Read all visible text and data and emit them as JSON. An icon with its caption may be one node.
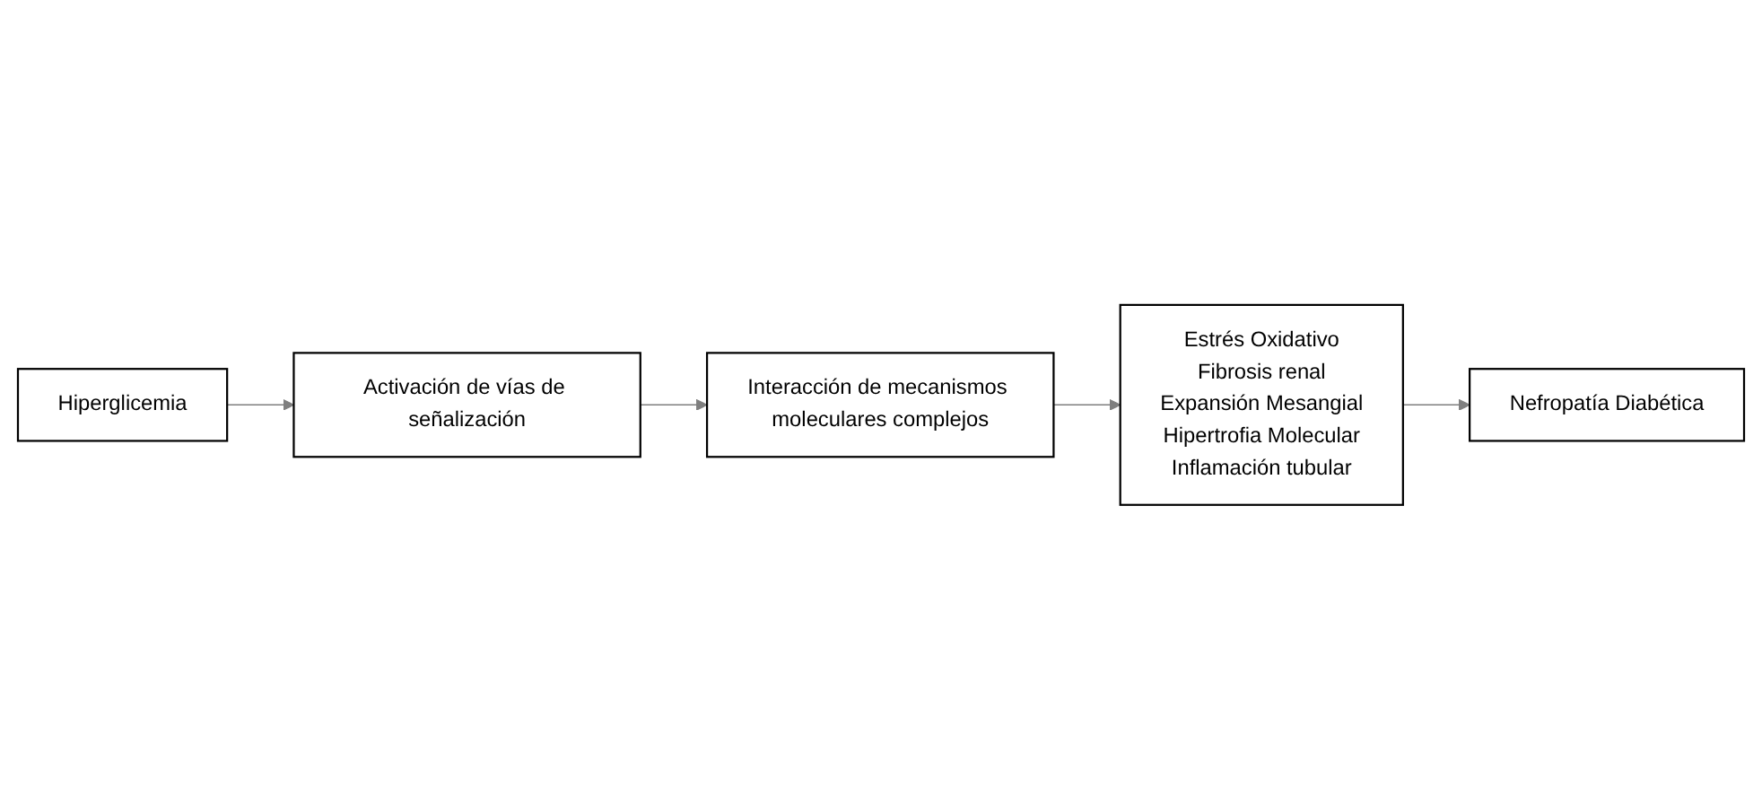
{
  "diagram": {
    "nodes": [
      {
        "text": [
          "Hiperglicemia"
        ]
      },
      {
        "text": [
          "Activación de vías de señalización"
        ]
      },
      {
        "text": [
          "Interacción de mecanismos moleculares complejos"
        ]
      },
      {
        "text": [
          "Nefropatía Diabética"
        ]
      },
      {
        "text": [
          "Estrés Oxidativo",
          "Fibrosis renal",
          "Expansión Mesangial",
          "Hipertrofia Molecular",
          "Inflamación tubular"
        ]
      }
    ],
    "edges": [
      {
        "from": 0,
        "to": 1,
        "arrow": "to"
      },
      {
        "from": 1,
        "to": 2,
        "arrow": "to"
      },
      {
        "from": 2,
        "to": 4,
        "arrow": "to"
      },
      {
        "from": 4,
        "to": 3,
        "arrow": "to"
      }
    ]
  }
}
